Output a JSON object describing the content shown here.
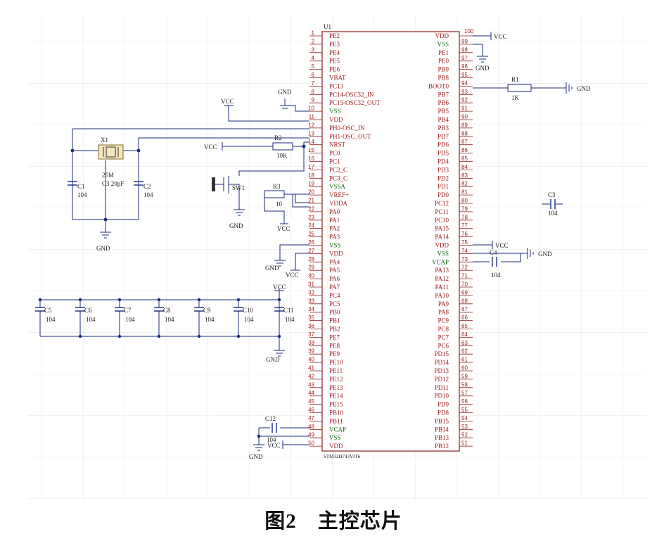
{
  "caption": {
    "figure": "图2",
    "title": "主控芯片"
  },
  "chip": {
    "designator": "U1",
    "part": "STM32H743VIT6",
    "left_pins": [
      {
        "n": "1",
        "name": "PE2"
      },
      {
        "n": "2",
        "name": "PE3"
      },
      {
        "n": "3",
        "name": "PE4"
      },
      {
        "n": "4",
        "name": "PE5"
      },
      {
        "n": "5",
        "name": "PE6"
      },
      {
        "n": "6",
        "name": "VBAT"
      },
      {
        "n": "7",
        "name": "PC13"
      },
      {
        "n": "8",
        "name": "PC14-OSC32_IN"
      },
      {
        "n": "9",
        "name": "PC15-OSC32_OUT"
      },
      {
        "n": "10",
        "name": "VSS"
      },
      {
        "n": "11",
        "name": "VDD"
      },
      {
        "n": "12",
        "name": "PH0-OSC_IN"
      },
      {
        "n": "13",
        "name": "PH1-OSC_OUT"
      },
      {
        "n": "14",
        "name": "NRST"
      },
      {
        "n": "15",
        "name": "PC0"
      },
      {
        "n": "16",
        "name": "PC1"
      },
      {
        "n": "17",
        "name": "PC2_C"
      },
      {
        "n": "18",
        "name": "PC3_C"
      },
      {
        "n": "19",
        "name": "VSSA"
      },
      {
        "n": "20",
        "name": "VREF+"
      },
      {
        "n": "21",
        "name": "VDDA"
      },
      {
        "n": "22",
        "name": "PA0"
      },
      {
        "n": "23",
        "name": "PA1"
      },
      {
        "n": "24",
        "name": "PA2"
      },
      {
        "n": "25",
        "name": "PA3"
      },
      {
        "n": "26",
        "name": "VSS"
      },
      {
        "n": "27",
        "name": "VDD"
      },
      {
        "n": "28",
        "name": "PA4"
      },
      {
        "n": "29",
        "name": "PA5"
      },
      {
        "n": "30",
        "name": "PA6"
      },
      {
        "n": "31",
        "name": "PA7"
      },
      {
        "n": "32",
        "name": "PC4"
      },
      {
        "n": "33",
        "name": "PC5"
      },
      {
        "n": "34",
        "name": "PB0"
      },
      {
        "n": "35",
        "name": "PB1"
      },
      {
        "n": "36",
        "name": "PB2"
      },
      {
        "n": "37",
        "name": "PE7"
      },
      {
        "n": "38",
        "name": "PE8"
      },
      {
        "n": "39",
        "name": "PE9"
      },
      {
        "n": "40",
        "name": "PE10"
      },
      {
        "n": "41",
        "name": "PE11"
      },
      {
        "n": "42",
        "name": "PE12"
      },
      {
        "n": "43",
        "name": "PE13"
      },
      {
        "n": "44",
        "name": "PE14"
      },
      {
        "n": "45",
        "name": "PE15"
      },
      {
        "n": "46",
        "name": "PB10"
      },
      {
        "n": "47",
        "name": "PB11"
      },
      {
        "n": "48",
        "name": "VCAP"
      },
      {
        "n": "49",
        "name": "VSS"
      },
      {
        "n": "50",
        "name": "VDD"
      }
    ],
    "right_pins": [
      {
        "n": "100",
        "name": "VDD"
      },
      {
        "n": "99",
        "name": "VSS"
      },
      {
        "n": "98",
        "name": "PE1"
      },
      {
        "n": "97",
        "name": "PE0"
      },
      {
        "n": "96",
        "name": "PB9"
      },
      {
        "n": "95",
        "name": "PB8"
      },
      {
        "n": "94",
        "name": "BOOT0"
      },
      {
        "n": "93",
        "name": "PB7"
      },
      {
        "n": "92",
        "name": "PB6"
      },
      {
        "n": "91",
        "name": "PB5"
      },
      {
        "n": "90",
        "name": "PB4"
      },
      {
        "n": "89",
        "name": "PB3"
      },
      {
        "n": "88",
        "name": "PD7"
      },
      {
        "n": "87",
        "name": "PD6"
      },
      {
        "n": "86",
        "name": "PD5"
      },
      {
        "n": "85",
        "name": "PD4"
      },
      {
        "n": "84",
        "name": "PD3"
      },
      {
        "n": "83",
        "name": "PD2"
      },
      {
        "n": "82",
        "name": "PD1"
      },
      {
        "n": "81",
        "name": "PD0"
      },
      {
        "n": "80",
        "name": "PC12"
      },
      {
        "n": "79",
        "name": "PC11"
      },
      {
        "n": "78",
        "name": "PC10"
      },
      {
        "n": "77",
        "name": "PA15"
      },
      {
        "n": "76",
        "name": "PA14"
      },
      {
        "n": "75",
        "name": "VDD"
      },
      {
        "n": "74",
        "name": "VSS"
      },
      {
        "n": "73",
        "name": "VCAP"
      },
      {
        "n": "72",
        "name": "PA13"
      },
      {
        "n": "71",
        "name": "PA12"
      },
      {
        "n": "70",
        "name": "PA11"
      },
      {
        "n": "69",
        "name": "PA10"
      },
      {
        "n": "68",
        "name": "PA9"
      },
      {
        "n": "67",
        "name": "PA8"
      },
      {
        "n": "66",
        "name": "PC9"
      },
      {
        "n": "65",
        "name": "PC8"
      },
      {
        "n": "64",
        "name": "PC7"
      },
      {
        "n": "63",
        "name": "PC6"
      },
      {
        "n": "62",
        "name": "PD15"
      },
      {
        "n": "61",
        "name": "PD14"
      },
      {
        "n": "60",
        "name": "PD13"
      },
      {
        "n": "59",
        "name": "PD12"
      },
      {
        "n": "58",
        "name": "PD11"
      },
      {
        "n": "57",
        "name": "PD10"
      },
      {
        "n": "56",
        "name": "PD9"
      },
      {
        "n": "55",
        "name": "PD8"
      },
      {
        "n": "54",
        "name": "PB15"
      },
      {
        "n": "53",
        "name": "PB14"
      },
      {
        "n": "52",
        "name": "PB13"
      },
      {
        "n": "51",
        "name": "PB12"
      }
    ]
  },
  "labels": {
    "vcc": "VCC",
    "gnd": "GND",
    "r1": "R1",
    "r1_val": "1K",
    "r2": "R2",
    "r2_val": "10K",
    "r3": "R3",
    "r3_val": "10",
    "x1": "X1",
    "x1_freq": "25M",
    "x1_cap": "C3 20pF",
    "c1": "C1",
    "c2": "C2",
    "c3": "C3",
    "c4": "C4",
    "c12": "C12",
    "cap_val": "104",
    "sw1": "SW1",
    "cbank": [
      "C5",
      "C6",
      "C7",
      "C8",
      "C9",
      "C10",
      "C11"
    ]
  },
  "colors": {
    "wire": "#1a2a7a",
    "pin_name": "#a02020",
    "power_pin": "#1a6a1a",
    "grid": "#e6e6e6",
    "chip_border": "#8a2020",
    "crystal_fill": "#f5e6c0"
  }
}
